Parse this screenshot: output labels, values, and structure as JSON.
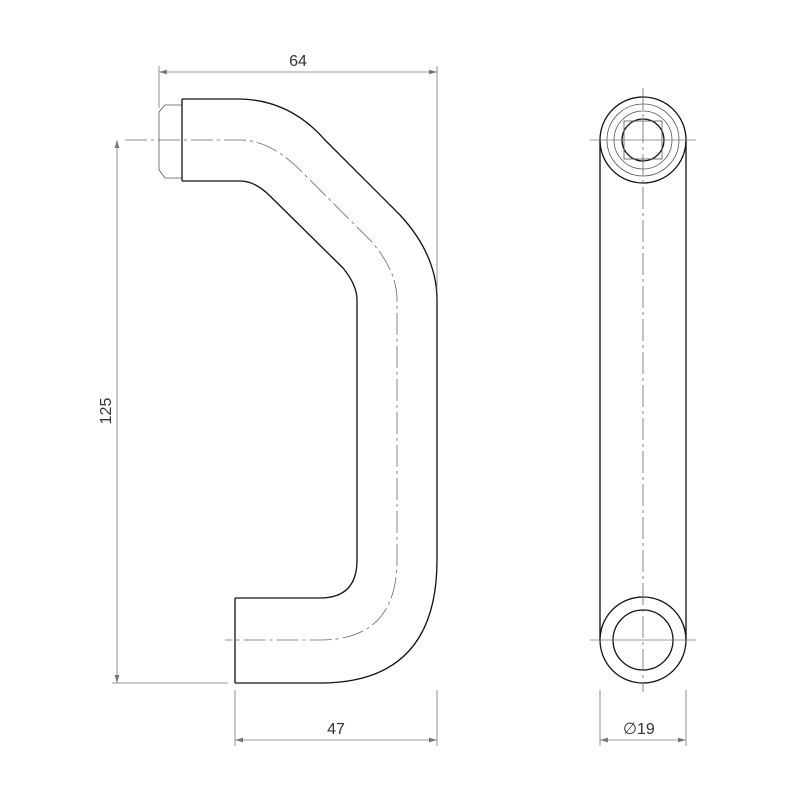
{
  "dimensions": {
    "overall_width": "64",
    "center_distance": "125",
    "projection": "47",
    "diameter": "19",
    "diameter_symbol": "∅"
  }
}
